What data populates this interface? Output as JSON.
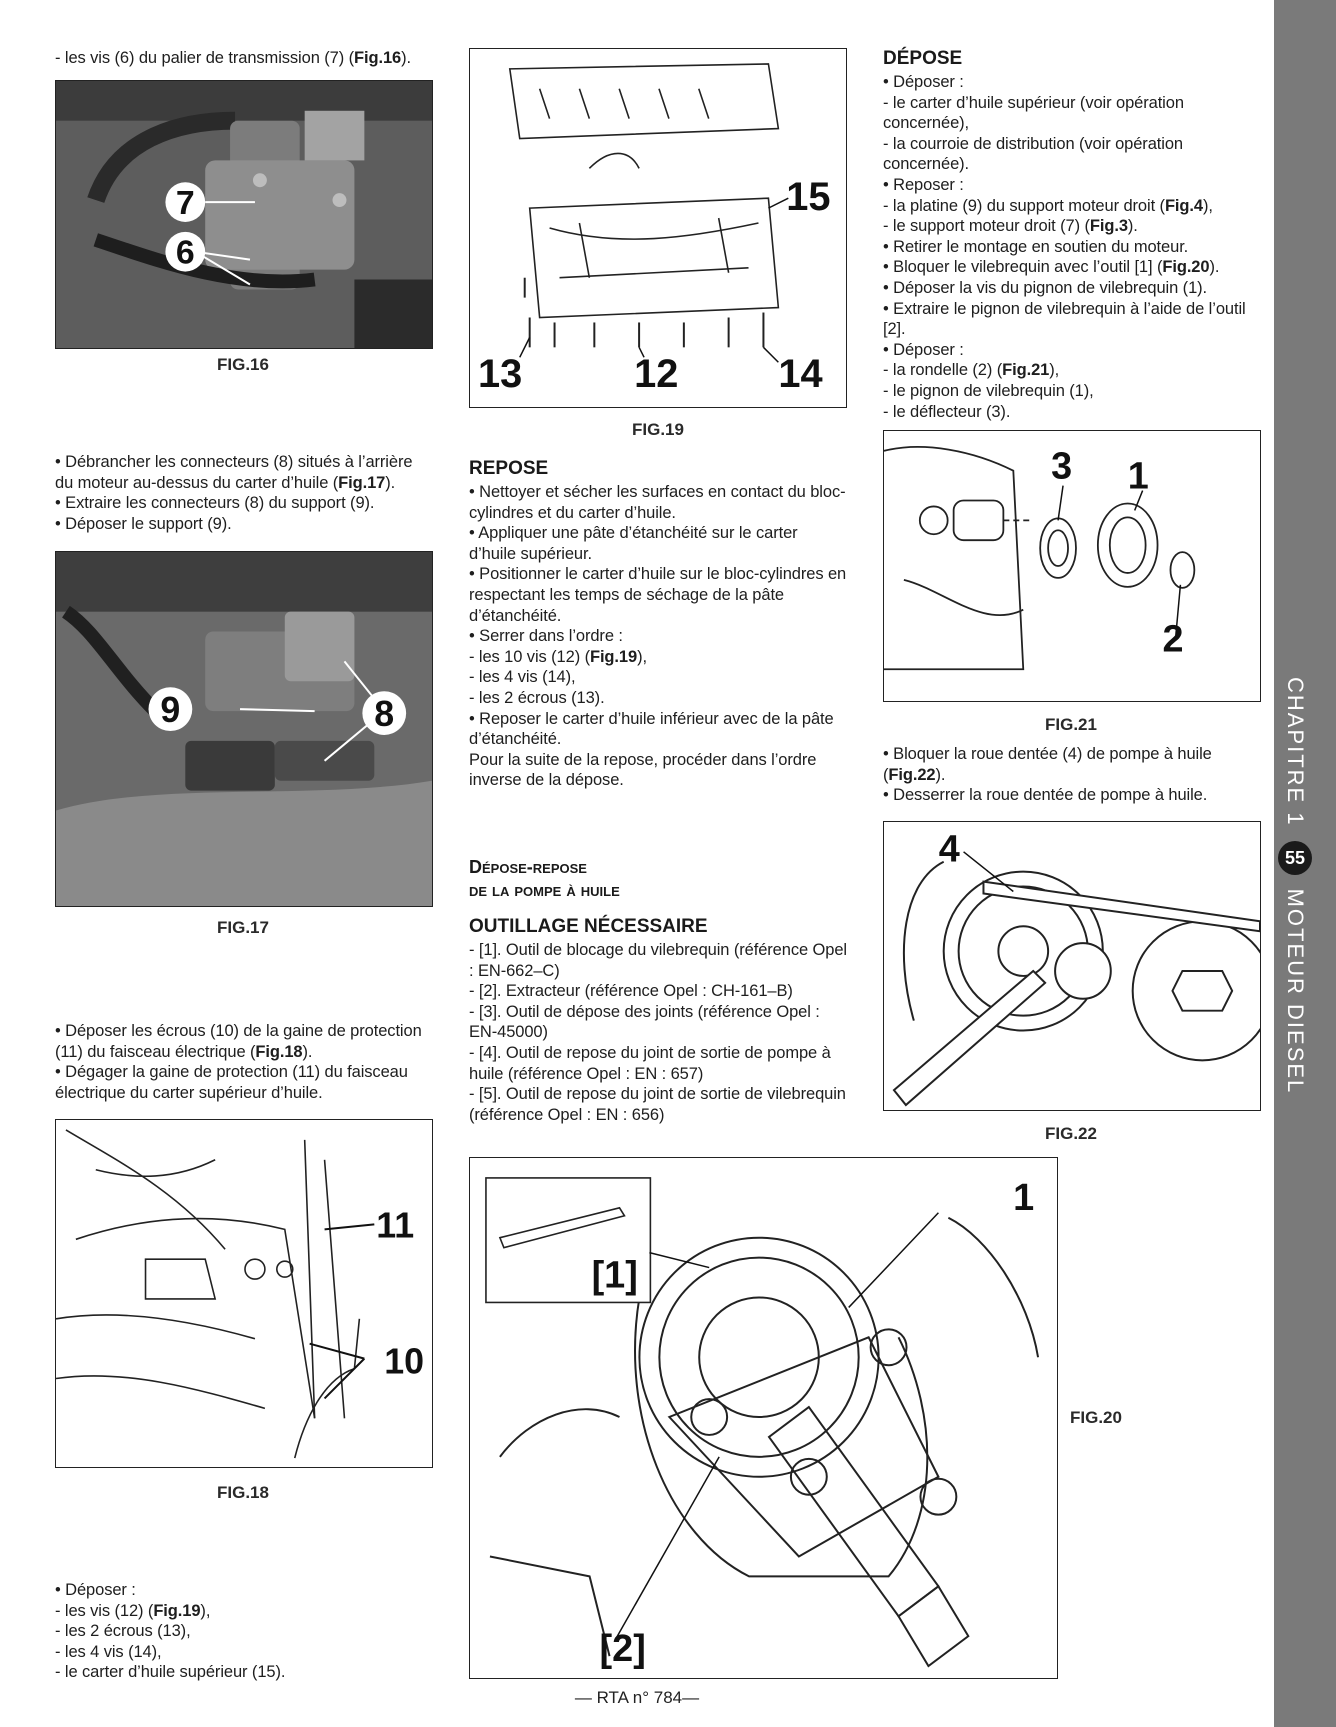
{
  "left": {
    "p1": "- les vis (6) du palier de transmission (7) (",
    "p1_ref": "Fig.16",
    "p1_end": ").",
    "fig16": {
      "caption": "FIG.16",
      "labels": [
        "7",
        "6"
      ]
    },
    "p2_l1": "• Débrancher les connecteurs (8) situés à l’arrière du moteur au-dessus du carter d’huile (",
    "p2_l1_ref": "Fig.17",
    "p2_l1_end": ").",
    "p2_l2": "• Extraire les connecteurs (8) du support (9).",
    "p2_l3": "• Déposer le support (9).",
    "fig17": {
      "caption": "FIG.17",
      "labels": [
        "9",
        "8"
      ]
    },
    "p3_l1": "• Déposer les écrous (10) de la gaine de protection (11) du faisceau électrique (",
    "p3_l1_ref": "Fig.18",
    "p3_l1_end": ").",
    "p3_l2": "• Dégager la gaine de protection (11) du faisceau électrique du carter supérieur d’huile.",
    "fig18": {
      "caption": "FIG.18",
      "labels": [
        "11",
        "10"
      ]
    },
    "p4_l1": "• Déposer :",
    "p4_l2": "- les vis (12) (",
    "p4_l2_ref": "Fig.19",
    "p4_l2_end": "),",
    "p4_l3": "- les 2 écrous (13),",
    "p4_l4": "- les 4 vis (14),",
    "p4_l5": "- le carter d’huile supérieur (15)."
  },
  "middle": {
    "fig19": {
      "caption": "FIG.19",
      "labels": [
        "15",
        "13",
        "12",
        "14"
      ]
    },
    "repose_title": "REPOSE",
    "r1": "• Nettoyer et sécher les surfaces en contact du bloc-cylindres et du carter d’huile.",
    "r2": "• Appliquer une pâte d’étanchéité sur le carter d’huile supérieur.",
    "r3": "• Positionner le carter d’huile sur le bloc-cylindres en respectant les temps de séchage de la pâte d’étanchéité.",
    "r4": "• Serrer dans l’ordre :",
    "r5": "- les 10 vis (12) (",
    "r5_ref": "Fig.19",
    "r5_end": "),",
    "r6": "- les 4 vis (14),",
    "r7": "- les 2 écrous (13).",
    "r8": "• Reposer le carter d’huile inférieur avec de la pâte d’étanchéité.",
    "r9": "Pour la suite de la repose, procéder dans l’ordre inverse de la dépose.",
    "section_title_l1": "Dépose-repose",
    "section_title_l2": "de la pompe à huile",
    "tools_title": "OUTILLAGE NÉCESSAIRE",
    "t1": "- [1]. Outil de blocage du vilebrequin (référence Opel : EN-662–C)",
    "t2": "- [2]. Extracteur (référence Opel : CH-161–B)",
    "t3": "- [3]. Outil de dépose des joints (référence Opel : EN-45000)",
    "t4": "- [4]. Outil de repose du joint de sortie de pompe à huile (référence Opel : EN : 657)",
    "t5": "- [5]. Outil de repose du joint de sortie de vilebrequin (référence Opel : EN : 656)",
    "fig20": {
      "caption": "FIG.20",
      "labels": [
        "1",
        "[1]",
        "[2]"
      ]
    }
  },
  "right": {
    "depose_title": "DÉPOSE",
    "d1": "• Déposer :",
    "d2": "- le carter d’huile supérieur (voir opération concernée),",
    "d3": "- la courroie de distribution (voir opération concernée).",
    "d4": "• Reposer :",
    "d5": "- la platine (9) du support moteur droit (",
    "d5_ref": "Fig.4",
    "d5_end": "),",
    "d6": "- le support moteur droit (7) (",
    "d6_ref": "Fig.3",
    "d6_end": ").",
    "d7": "• Retirer le montage en soutien du moteur.",
    "d8": "• Bloquer le vilebrequin avec l’outil [1] (",
    "d8_ref": "Fig.20",
    "d8_end": ").",
    "d9": "• Déposer la vis du pignon de vilebrequin (1).",
    "d10": "• Extraire le pignon de vilebrequin à l’aide de l’outil [2].",
    "d11": "• Déposer :",
    "d12": "- la rondelle (2) (",
    "d12_ref": "Fig.21",
    "d12_end": "),",
    "d13": "- le pignon de vilebrequin (1),",
    "d14": "- le déflecteur (3).",
    "fig21": {
      "caption": "FIG.21",
      "labels": [
        "3",
        "1",
        "2"
      ]
    },
    "e1": "• Bloquer la roue dentée (4) de pompe à huile (",
    "e1_ref": "Fig.22",
    "e1_end": ").",
    "e2": "• Desserrer la roue dentée de pompe à huile.",
    "fig22": {
      "caption": "FIG.22",
      "labels": [
        "4"
      ]
    }
  },
  "sidebar": {
    "chapter": "CHAPITRE 1",
    "page": "55",
    "title": "MOTEUR DIESEL"
  },
  "footer": "— RTA n° 784—"
}
